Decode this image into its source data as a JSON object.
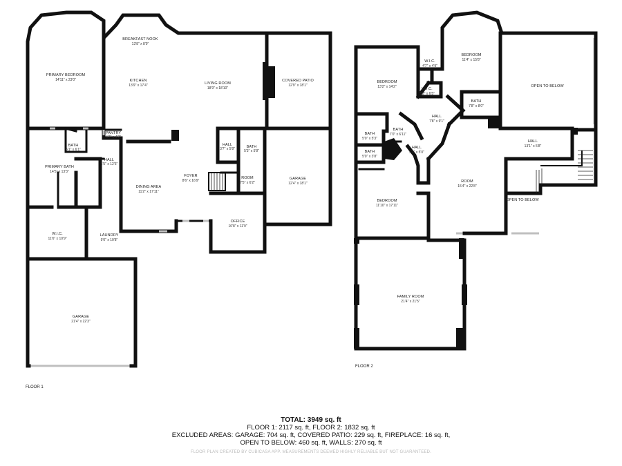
{
  "floors": [
    {
      "label": "FLOOR 1",
      "rooms": [
        {
          "id": "primary-bedroom",
          "name": "PRIMARY BEDROOM",
          "dim": "14'11\" x 23'0\""
        },
        {
          "id": "breakfast-nook",
          "name": "BREAKFAST NOOK",
          "dim": "13'8\" x 8'9\""
        },
        {
          "id": "kitchen",
          "name": "KITCHEN",
          "dim": "13'9\" x 17'4\""
        },
        {
          "id": "living-room",
          "name": "LIVING ROOM",
          "dim": "18'9\" x 18'10\""
        },
        {
          "id": "covered-patio",
          "name": "COVERED PATIO",
          "dim": "12'9\" x 18'1\""
        },
        {
          "id": "pantry",
          "name": "PANTRY",
          "dim": "4'7\" x 4'2\""
        },
        {
          "id": "bath-1a",
          "name": "BATH",
          "dim": "5'1\" x 6'1\""
        },
        {
          "id": "hall-1a",
          "name": "HALL",
          "dim": "5'5\" x 12'6\""
        },
        {
          "id": "hall-1b",
          "name": "HALL",
          "dim": "3'7\" x 5'8\""
        },
        {
          "id": "bath-1b",
          "name": "BATH",
          "dim": "5'3\" x 5'8\""
        },
        {
          "id": "primary-bath",
          "name": "PRIMARY BATH",
          "dim": "14'5\" x 13'3\""
        },
        {
          "id": "foyer",
          "name": "FOYER",
          "dim": "8'6\" x 16'9\""
        },
        {
          "id": "room-1",
          "name": "ROOM",
          "dim": "7'5\" x 6'2\""
        },
        {
          "id": "garage-1a",
          "name": "GARAGE",
          "dim": "12'4\" x 18'1\""
        },
        {
          "id": "dining-area",
          "name": "DINING AREA",
          "dim": "11'2\" x 17'11\""
        },
        {
          "id": "office",
          "name": "OFFICE",
          "dim": "10'8\" x 11'9\""
        },
        {
          "id": "wic-1",
          "name": "W.I.C.",
          "dim": "11'6\" x 10'9\""
        },
        {
          "id": "laundry",
          "name": "LAUNDRY",
          "dim": "9'0\" x 10'8\""
        },
        {
          "id": "garage-1b",
          "name": "GARAGE",
          "dim": "21'4\" x 22'3\""
        }
      ]
    },
    {
      "label": "FLOOR 2",
      "rooms": [
        {
          "id": "bedroom-2a",
          "name": "BEDROOM",
          "dim": "11'4\" x 15'8\""
        },
        {
          "id": "wic-2a",
          "name": "W.I.C.",
          "dim": "4'7\" x 4'9\""
        },
        {
          "id": "open-below-1",
          "name": "OPEN TO BELOW",
          "dim": ""
        },
        {
          "id": "bedroom-2b",
          "name": "BEDROOM",
          "dim": "13'2\" x 14'2\""
        },
        {
          "id": "wic-2b",
          "name": "W.I.C.",
          "dim": "5'8\" x 6'5\""
        },
        {
          "id": "bath-2a",
          "name": "BATH",
          "dim": "7'8\" x 8'0\""
        },
        {
          "id": "hall-2a",
          "name": "HALL",
          "dim": "7'8\" x 9'1\""
        },
        {
          "id": "bath-2b",
          "name": "BATH",
          "dim": "7'0\" x 6'11\""
        },
        {
          "id": "bath-2c",
          "name": "BATH",
          "dim": "5'0\" x 5'3\""
        },
        {
          "id": "hall-2b",
          "name": "HALL",
          "dim": "13'1\" x 5'8\""
        },
        {
          "id": "bath-2d",
          "name": "BATH",
          "dim": "5'0\" x 3'8\""
        },
        {
          "id": "hall-2c",
          "name": "HALL",
          "dim": "5'2\" x 5'0\""
        },
        {
          "id": "room-2",
          "name": "ROOM",
          "dim": "15'4\" x 22'8\""
        },
        {
          "id": "open-below-2",
          "name": "OPEN TO BELOW",
          "dim": ""
        },
        {
          "id": "bedroom-2c",
          "name": "BEDROOM",
          "dim": "11'10\" x 17'11\""
        },
        {
          "id": "family-room",
          "name": "FAMILY ROOM",
          "dim": "21'4\" x 21'5\""
        }
      ]
    }
  ],
  "summary": {
    "total": "TOTAL: 3949 sq. ft",
    "floors": "FLOOR 1: 2117 sq. ft, FLOOR 2: 1832 sq. ft",
    "excluded": "EXCLUDED AREAS: GARAGE: 704 sq. ft, COVERED PATIO: 229 sq. ft, FIREPLACE: 16 sq. ft,",
    "excluded2": "OPEN TO BELOW: 460 sq. ft, WALLS: 270 sq. ft"
  },
  "disclaimer": "FLOOR PLAN CREATED BY CUBICASA APP. MEASUREMENTS DEEMED HIGHLY RELIABLE BUT NOT GUARANTEED."
}
